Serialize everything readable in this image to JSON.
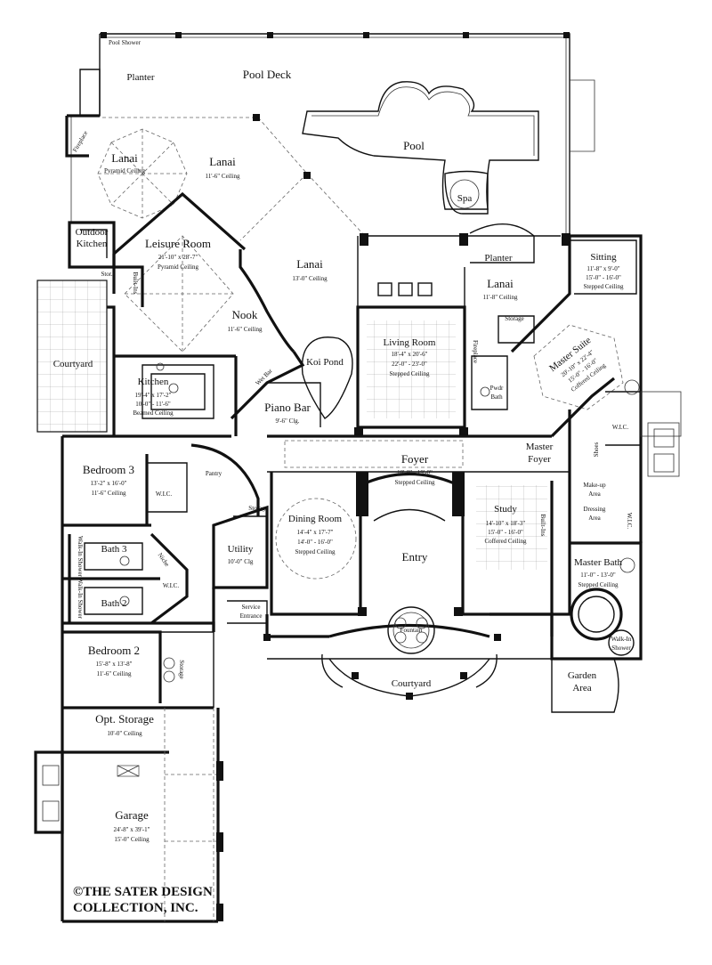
{
  "rooms": {
    "pool_shower": "Pool\nShower",
    "planter_nw": "Planter",
    "pool_deck": "Pool Deck",
    "pool": "Pool",
    "spa": "Spa",
    "fireplace_lanai": "Fireplace",
    "lanai_a": {
      "name": "Lanai",
      "ceiling": "Pyramid Ceiling"
    },
    "lanai_b": {
      "name": "Lanai",
      "ceiling": "11'-6\" Ceiling"
    },
    "outdoor_kitchen": "Outdoor\nKitchen",
    "leisure_room": {
      "name": "Leisure Room",
      "dims": "21'-10\" x 28'-7\"",
      "ceiling": "Pyramid Ceiling"
    },
    "lanai_c": {
      "name": "Lanai",
      "ceiling": "13'-0\" Ceiling"
    },
    "planter_e": "Planter",
    "lanai_d": {
      "name": "Lanai",
      "ceiling": "11'-8\" Ceiling"
    },
    "sitting": {
      "name": "Sitting",
      "dims": "11'-8\" x 9'-0\"",
      "dims2": "15'-0\" - 16'-0\"",
      "ceiling": "Stepped Ceiling"
    },
    "stor": "Stor.",
    "built_ins_w": "Built-Ins",
    "nook": {
      "name": "Nook",
      "ceiling": "11'-6\" Ceiling"
    },
    "living_room": {
      "name": "Living Room",
      "dims": "18'-4\" x 20'-6\"",
      "dims2": "22'-0\" - 23'-0\"",
      "ceiling": "Stepped Ceiling"
    },
    "storage_e": "Storage",
    "master_suite": {
      "name": "Master Suite",
      "dims": "20'-10\" x 22'-4\"",
      "dims2": "15'-0\" - 16'-0\"",
      "ceiling": "Coffered Ceiling"
    },
    "courtyard_w": "Courtyard",
    "kitchen": {
      "name": "Kitchen",
      "dims": "19'-4\" x 17'-2\"",
      "dims2": "10'-0\" - 11'-6\"",
      "ceiling": "Beamed Ceiling"
    },
    "koi_pond": "Koi Pond",
    "wet_bar": "Wet Bar",
    "piano_bar": {
      "name": "Piano Bar",
      "ceiling": "9'-6\" Clg."
    },
    "fireplace_lr": "Fireplace",
    "pwdr_bath": "Pwdr\nBath",
    "wic_master": "W.I.C.",
    "master_foyer": "Master\nFoyer",
    "foyer": {
      "name": "Foyer",
      "dims": "18'-0\" - 19'-0\"",
      "ceiling": "Stepped Ceiling"
    },
    "bedroom3": {
      "name": "Bedroom 3",
      "dims": "13'-2\" x 16'-0\"",
      "ceiling": "11'-6\" Ceiling"
    },
    "pantry": "Pantry",
    "wic_b3": "W.I.C.",
    "storage_util": "Storage",
    "dining_room": {
      "name": "Dining Room",
      "dims": "14'-4\" x 17'-7\"",
      "dims2": "14'-0\" - 16'-0\"",
      "ceiling": "Stepped Ceiling"
    },
    "study": {
      "name": "Study",
      "dims": "14'-10\" x 18'-3\"",
      "dims2": "15'-0\" - 16'-0\"",
      "ceiling": "Coffered Ceiling"
    },
    "built_ins_study": "Built-Ins",
    "makeup_area": "Make-up\nArea",
    "dressing_area": "Dressing\nArea",
    "wic_mb": "W.I.C.",
    "shoes": "Shoes",
    "walkin_shower_w": "Walk-In\nShower",
    "bath3": "Bath 3",
    "niche": "Niche",
    "utility": {
      "name": "Utility",
      "ceiling": "10'-0\" Clg"
    },
    "entry": "Entry",
    "master_bath": {
      "name": "Master Bath",
      "dims": "11'-0\" - 13'-0\"",
      "ceiling": "Stepped Ceiling"
    },
    "wic_b2": "W.I.C.",
    "walkin_shower_b2": "Walk-In\nShower",
    "bath2": "Bath 2",
    "service_entrance": "Service\nEntrance",
    "fountain": "Fountain",
    "walkin_shower_mb": "Walk-In\nShower",
    "bedroom2": {
      "name": "Bedroom 2",
      "dims": "15'-8\" x 13'-8\"",
      "ceiling": "11'-6\" Ceiling"
    },
    "storage_b2": "Storage",
    "courtyard_front": "Courtyard",
    "garden_area": "Garden\nArea",
    "opt_storage": {
      "name": "Opt. Storage",
      "ceiling": "10'-0\" Ceiling"
    },
    "garage": {
      "name": "Garage",
      "dims": "24'-8\" x 39'-1\"",
      "ceiling": "15'-0\" Ceiling"
    }
  },
  "brand": {
    "line1": "©THE SATER DESIGN",
    "line2": "COLLECTION, INC."
  }
}
